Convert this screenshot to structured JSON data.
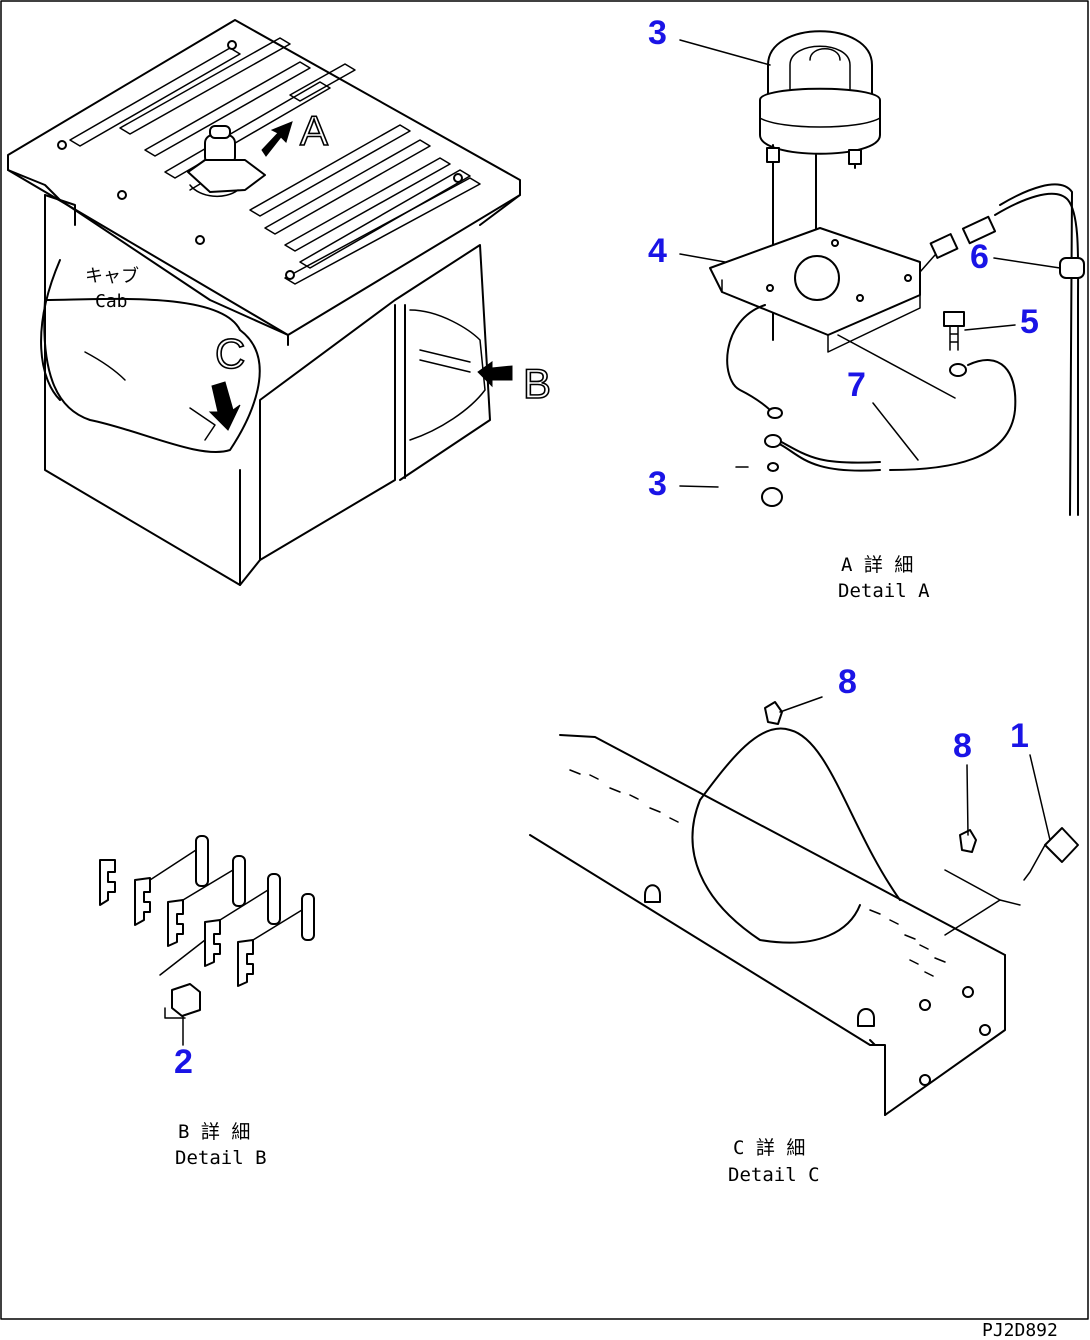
{
  "callouts": [
    {
      "id": "1",
      "label": "1"
    },
    {
      "id": "2",
      "label": "2"
    },
    {
      "id": "3a",
      "label": "3"
    },
    {
      "id": "3b",
      "label": "3"
    },
    {
      "id": "4",
      "label": "4"
    },
    {
      "id": "5",
      "label": "5"
    },
    {
      "id": "6",
      "label": "6"
    },
    {
      "id": "7",
      "label": "7"
    },
    {
      "id": "8a",
      "label": "8"
    },
    {
      "id": "8b",
      "label": "8"
    }
  ],
  "view_letters": {
    "a": "A",
    "b": "B",
    "c": "C"
  },
  "cab_label": {
    "jp": "キャブ",
    "en": "Cab"
  },
  "captions": {
    "detail_a": {
      "jp": "A 詳 細",
      "en": "Detail A"
    },
    "detail_b": {
      "jp": "B 詳 細",
      "en": "Detail B"
    },
    "detail_c": {
      "jp": "C 詳 細",
      "en": "Detail C"
    }
  },
  "drawing_code": "PJ2D892",
  "colors": {
    "callout": "#1a14e6",
    "line": "#000000",
    "background": "#ffffff"
  }
}
